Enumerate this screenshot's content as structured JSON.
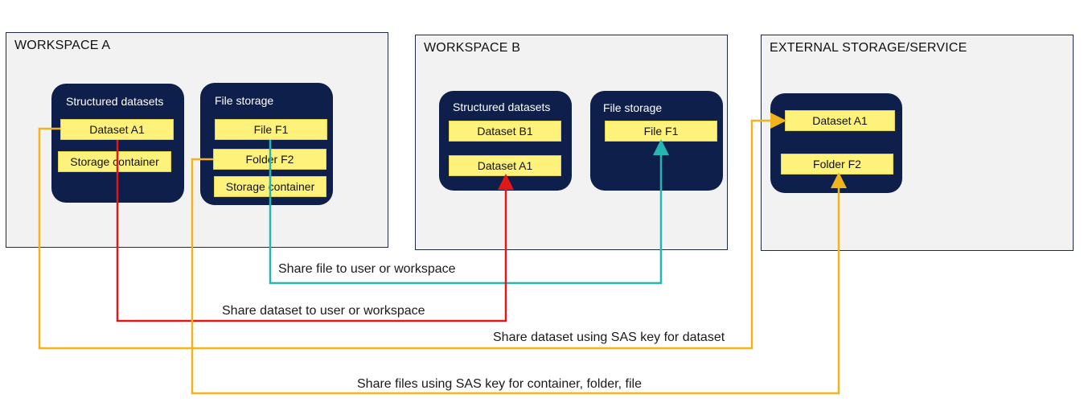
{
  "workspace_a": {
    "title": "WORKSPACE A",
    "structured": {
      "title": "Structured datasets",
      "items": [
        "Dataset A1",
        "Storage container"
      ]
    },
    "files": {
      "title": "File storage",
      "items": [
        "File F1",
        "Folder F2",
        "Storage container"
      ]
    }
  },
  "workspace_b": {
    "title": "WORKSPACE B",
    "structured": {
      "title": "Structured datasets",
      "items": [
        "Dataset B1",
        "Dataset A1"
      ]
    },
    "files": {
      "title": "File storage",
      "items": [
        "File F1"
      ]
    }
  },
  "external": {
    "title": "EXTERNAL STORAGE/SERVICE",
    "items": [
      "Dataset A1",
      "Folder F2"
    ]
  },
  "connections": [
    {
      "label": "Share file to user or workspace",
      "color": "#26b5b0"
    },
    {
      "label": "Share dataset to user or workspace",
      "color": "#e01818"
    },
    {
      "label": "Share dataset using SAS key for dataset",
      "color": "#f2b41c"
    },
    {
      "label": "Share files using SAS key for container, folder, file",
      "color": "#f2b41c"
    }
  ],
  "colors": {
    "panel": "#0f1f4b",
    "chip": "#fff27a",
    "workspace_bg": "#f2f2f2"
  }
}
